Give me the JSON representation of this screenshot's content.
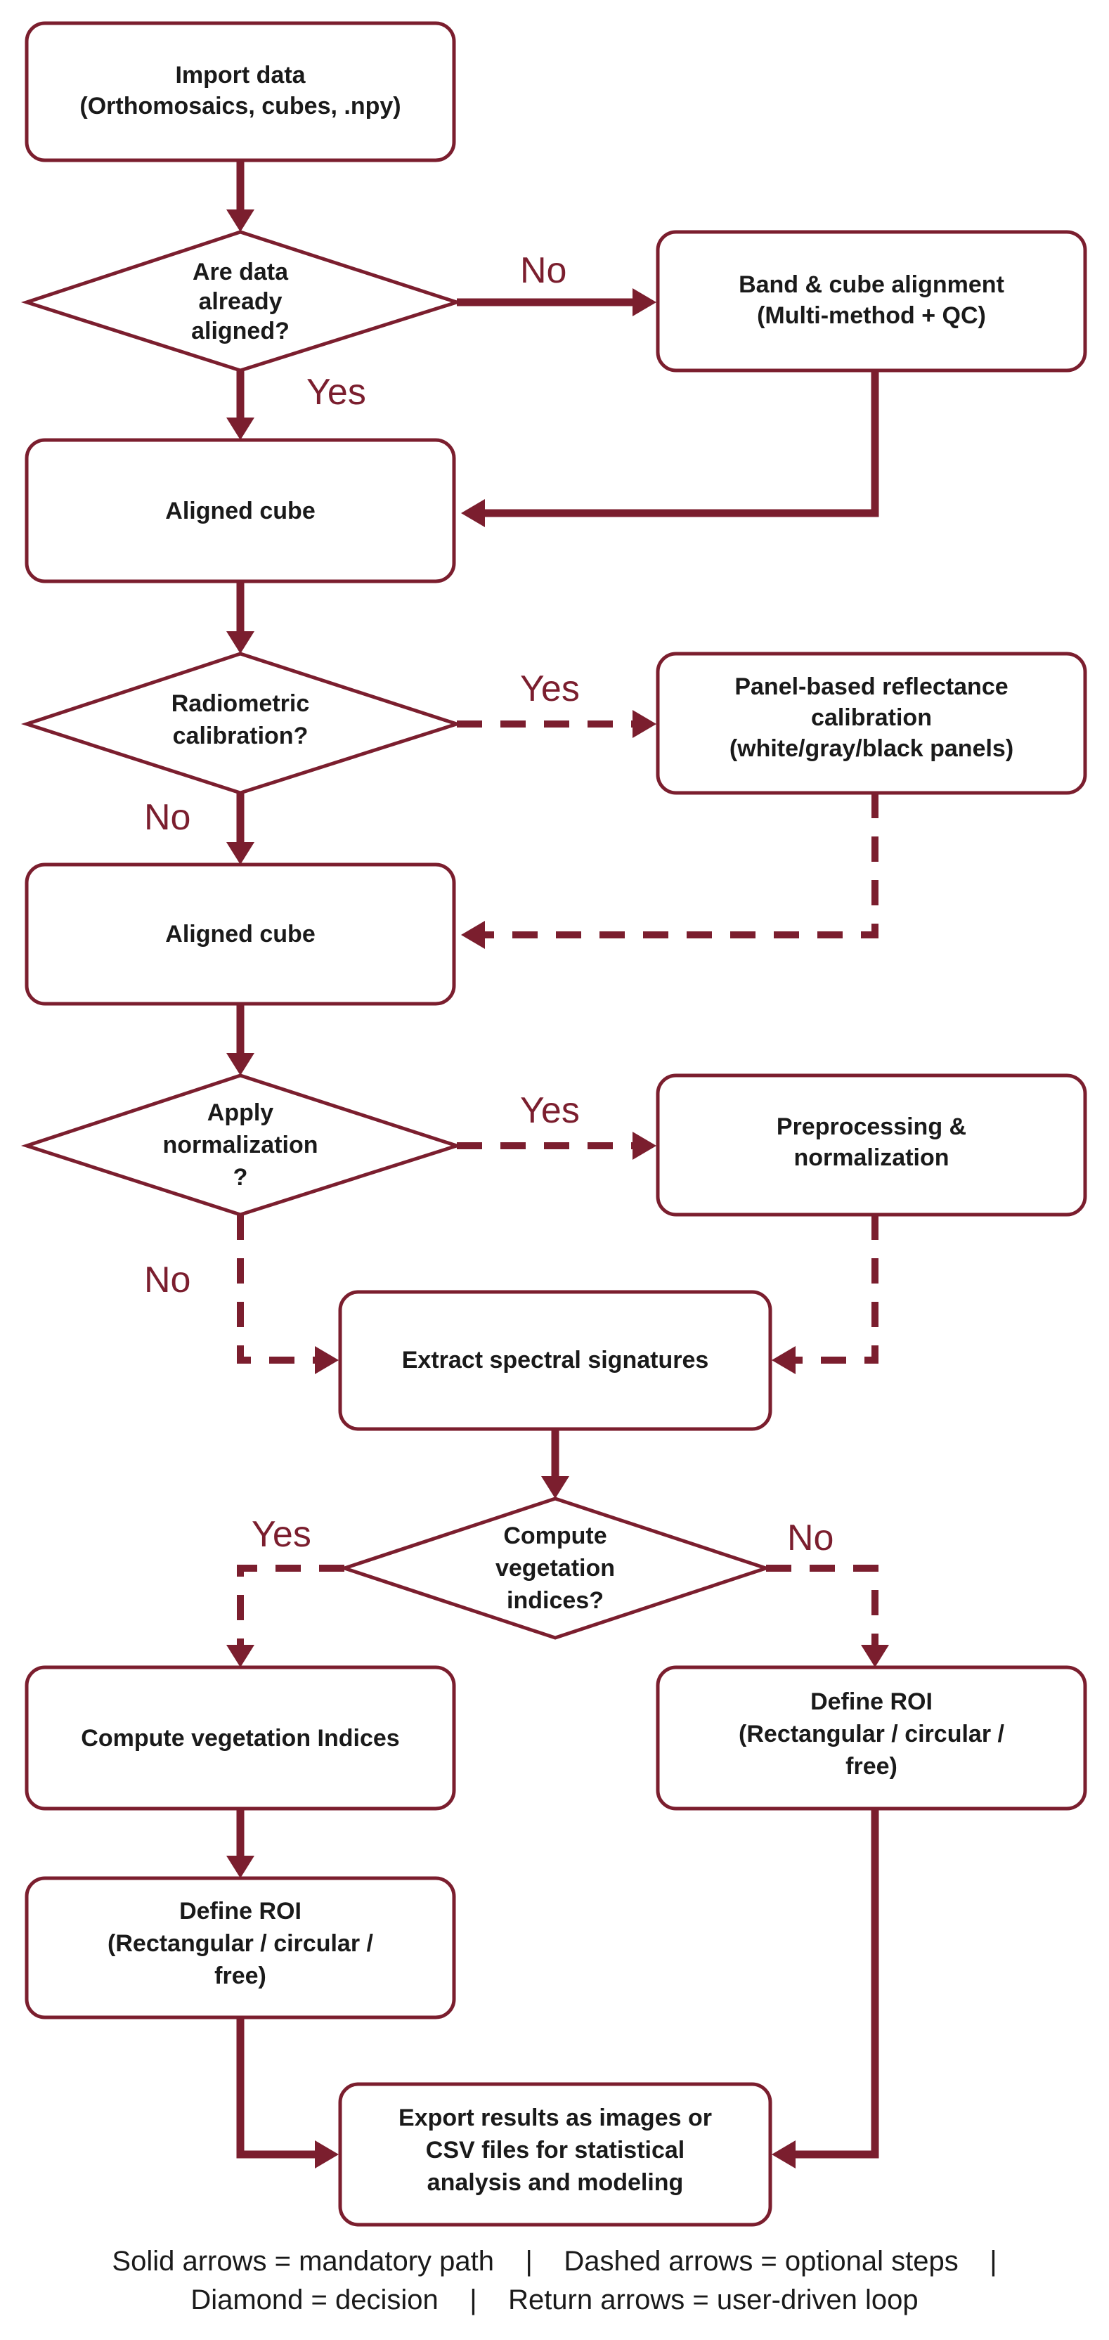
{
  "nodes": {
    "import": [
      "Import data",
      "(Orthomosaics, cubes, .npy)"
    ],
    "q_aligned": [
      "Are data",
      "already",
      "aligned?"
    ],
    "band_align": [
      "Band & cube alignment",
      "(Multi-method + QC)"
    ],
    "aligned_cube_1": [
      "Aligned cube"
    ],
    "q_radiometric": [
      "Radiometric",
      "calibration?"
    ],
    "panel_calib": [
      "Panel-based reflectance",
      "calibration",
      "(white/gray/black panels)"
    ],
    "aligned_cube_2": [
      "Aligned cube"
    ],
    "q_normalization": [
      "Apply",
      "normalization",
      "?"
    ],
    "preprocess": [
      "Preprocessing &",
      "normalization"
    ],
    "extract": [
      "Extract spectral signatures"
    ],
    "q_vegetation": [
      "Compute",
      "vegetation",
      "indices?"
    ],
    "compute_vi": [
      "Compute vegetation Indices"
    ],
    "roi_left": [
      "Define ROI",
      "(Rectangular / circular /",
      "free)"
    ],
    "roi_right": [
      "Define ROI",
      "(Rectangular / circular /",
      "free)"
    ],
    "export": [
      "Export results as images or",
      "CSV files for statistical",
      "analysis and modeling"
    ]
  },
  "edge_labels": {
    "aligned_no": "No",
    "aligned_yes": "Yes",
    "radiometric_yes": "Yes",
    "radiometric_no": "No",
    "normalization_yes": "Yes",
    "normalization_no": "No",
    "vegetation_yes": "Yes",
    "vegetation_no": "No"
  },
  "legend": {
    "line1": "Solid arrows = mandatory path    |    Dashed arrows = optional steps    |",
    "line2": "Diamond = decision    |    Return arrows = user-driven loop"
  },
  "colors": {
    "accent": "#7b1e2e",
    "text": "#1a1a1a",
    "background": "#ffffff"
  }
}
